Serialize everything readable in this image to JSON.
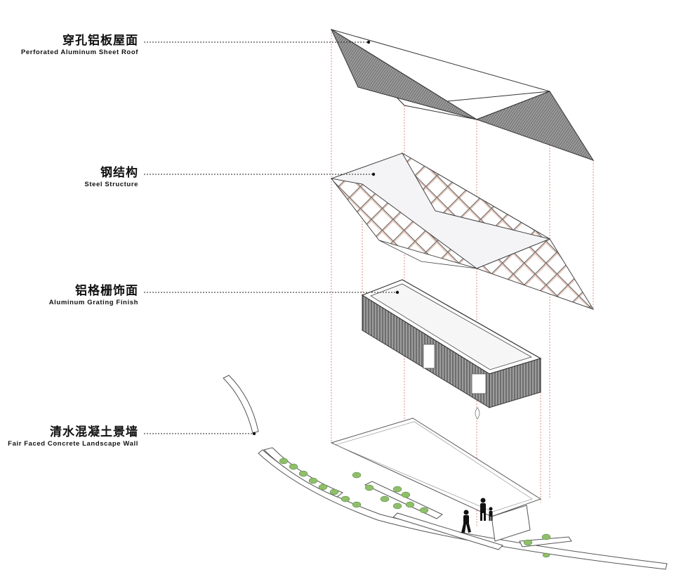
{
  "layers": [
    {
      "id": "roof",
      "zh": "穿孔铝板屋面",
      "en": "Perforated Aluminum Sheet Roof"
    },
    {
      "id": "steel",
      "zh": "钢结构",
      "en": "Steel Structure"
    },
    {
      "id": "grating",
      "zh": "铝格栅饰面",
      "en": "Aluminum Grating Finish"
    },
    {
      "id": "wall",
      "zh": "清水混凝土景墙",
      "en": "Fair Faced Concrete Landscape Wall"
    }
  ],
  "colors": {
    "leader_line": "#222222",
    "projection_line": "#d9806e",
    "roof_fill": "#7d7d7d",
    "facade_fill": "#8a8a8a",
    "outline": "#333333",
    "plant": "#8fbf6a"
  },
  "icons": [
    "person-adult-icon",
    "person-child-icon",
    "person-walking-icon"
  ]
}
